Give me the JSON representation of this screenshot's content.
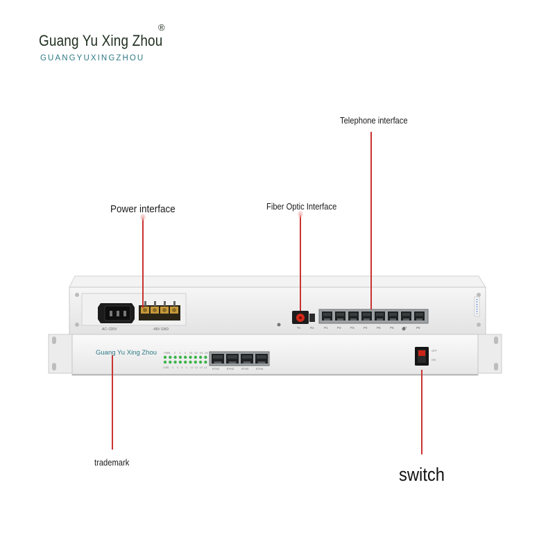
{
  "brand": {
    "name": "Guang Yu Xing Zhou",
    "registered_mark": "®",
    "subname": "GUANGYUXINGZHOU"
  },
  "callouts": {
    "telephone": "Telephone interface",
    "power": "Power interface",
    "fiber": "Fiber Optic Interface",
    "trademark": "trademark",
    "switch": "switch"
  },
  "back_unit": {
    "ac_label": "AC~220V",
    "dc_label": "-48V GND",
    "fiber_tx": "Tx",
    "fiber_rx": "Rx",
    "phone_ports": [
      "P1",
      "P2",
      "P3",
      "P4",
      "P5",
      "P6",
      "P7",
      "P8"
    ]
  },
  "front_unit": {
    "brand": "Guang Yu Xing Zhou",
    "led_top_labels": [
      "PWR",
      "1",
      "2",
      "3",
      "4",
      "O1",
      "O2",
      "O3",
      "O4"
    ],
    "led_bottom_labels": [
      "LOS",
      "1",
      "2",
      "3",
      "4",
      "1",
      "L1",
      "L2",
      "L3",
      "L4"
    ],
    "eth_ports": [
      "ETH1",
      "ETH2",
      "ETH3",
      "ETH4"
    ],
    "switch_on": "ON",
    "switch_off": "OFF"
  },
  "colors": {
    "chassis": "#ececec",
    "callout_line": "#c9322f",
    "brand_teal": "#2f7a86",
    "led_green": "#3bb34a"
  }
}
